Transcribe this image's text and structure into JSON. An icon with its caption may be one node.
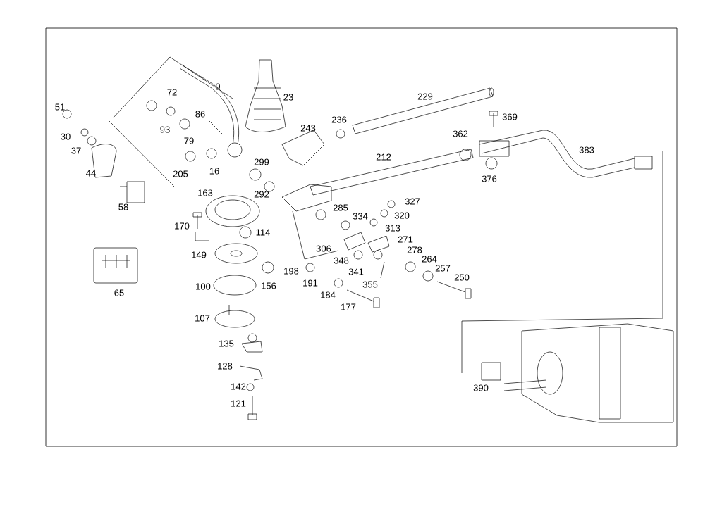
{
  "diagram": {
    "labels": [
      "229",
      "9",
      "23",
      "72",
      "51",
      "86",
      "369",
      "236",
      "30",
      "93",
      "362",
      "383",
      "243",
      "37",
      "79",
      "212",
      "44",
      "299",
      "205",
      "16",
      "376",
      "292",
      "163",
      "285",
      "327",
      "58",
      "334",
      "320",
      "170",
      "114",
      "313",
      "271",
      "306",
      "278",
      "149",
      "348",
      "264",
      "198",
      "341",
      "257",
      "250",
      "156",
      "65",
      "100",
      "191",
      "355",
      "184",
      "177",
      "107",
      "135",
      "128",
      "390",
      "142",
      "121"
    ]
  }
}
